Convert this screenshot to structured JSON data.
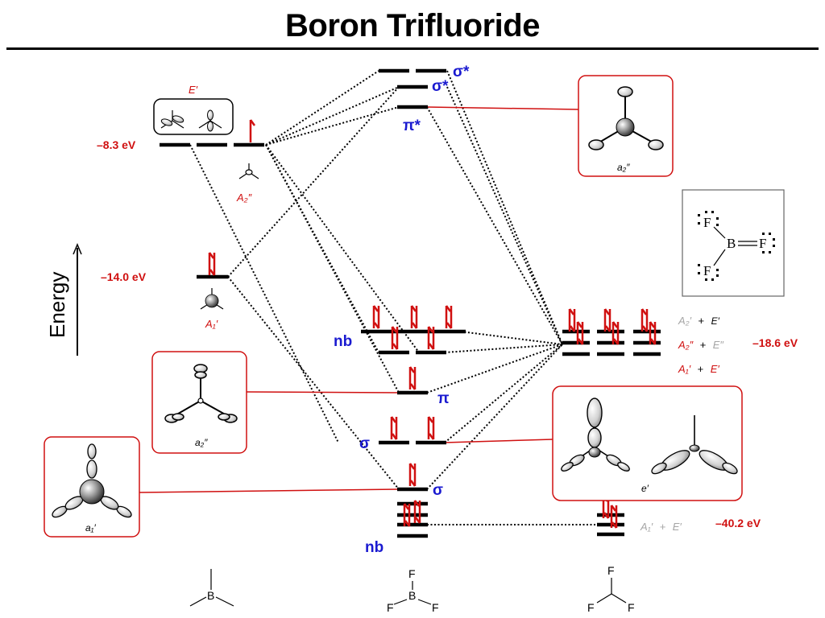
{
  "title": "Boron Trifluoride",
  "axis": {
    "label": "Energy"
  },
  "energies": {
    "boron_p": "–8.3 eV",
    "boron_s": "–14.0 eV",
    "fluorine_2p": "–18.6 eV",
    "fluorine_2s": "–40.2 eV"
  },
  "boron_symmetry": {
    "e_prime": "E′",
    "a2_double_prime": "A₂″",
    "a1_prime": "A₁′"
  },
  "mo_labels": {
    "sigma_star_1": "σ*",
    "sigma_star_2": "σ*",
    "pi_star": "π*",
    "nb_upper": "nb",
    "pi": "π",
    "sigma_e": "σ",
    "sigma_a": "σ",
    "nb_lower": "nb"
  },
  "fluorine_symmetry": {
    "row1": {
      "a": "A₂′",
      "plus": "+",
      "b": "E′"
    },
    "row2": {
      "a": "A₂″",
      "plus": "+",
      "b": "E″"
    },
    "row3": {
      "a": "A₁′",
      "plus": "+",
      "b": "E′"
    },
    "row4": {
      "a": "A₁′",
      "plus": "+",
      "b": "E′"
    }
  },
  "orbital_box_labels": {
    "top_right": "a₂″",
    "mid_left": "a₂″",
    "bottom_left": "a₁′",
    "right_mid": "e′"
  },
  "lewis": {
    "boron": "B",
    "fluorine": "F"
  },
  "bottom_structures": {
    "boron": {
      "center": "B"
    },
    "bf3": {
      "center": "B",
      "top": "F",
      "left": "F",
      "right": "F"
    },
    "fluorines": {
      "top": "F",
      "left": "F",
      "right": "F"
    }
  },
  "colors": {
    "red": "#d01010",
    "blue": "#1a1ad0",
    "grey": "#a6a6a6"
  }
}
